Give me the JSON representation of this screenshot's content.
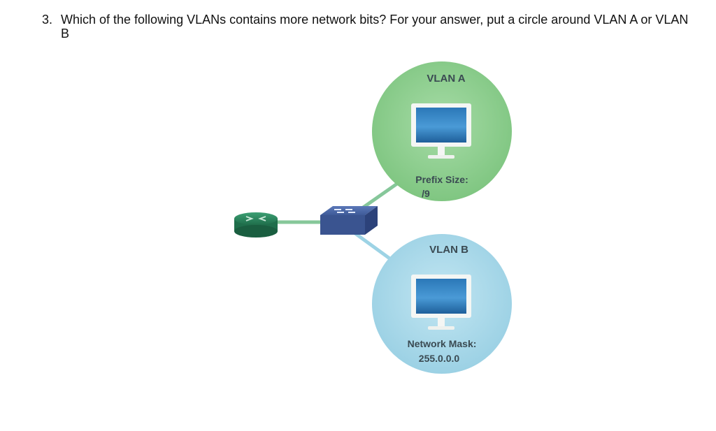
{
  "question": {
    "number": "3.",
    "text": "Which of the following VLANs contains more network bits? For your answer, put a circle around VLAN A or VLAN B"
  },
  "diagram": {
    "vlan_a": {
      "title": "VLAN A",
      "field_label": "Prefix Size:",
      "field_value": "/9",
      "color": "#8fcf8f"
    },
    "vlan_b": {
      "title": "VLAN B",
      "field_label": "Network Mask:",
      "field_value": "255.0.0.0",
      "color": "#a8d8ea"
    },
    "icons": {
      "router": "router-icon",
      "switch": "switch-icon",
      "computer": "computer-monitor-icon"
    }
  }
}
